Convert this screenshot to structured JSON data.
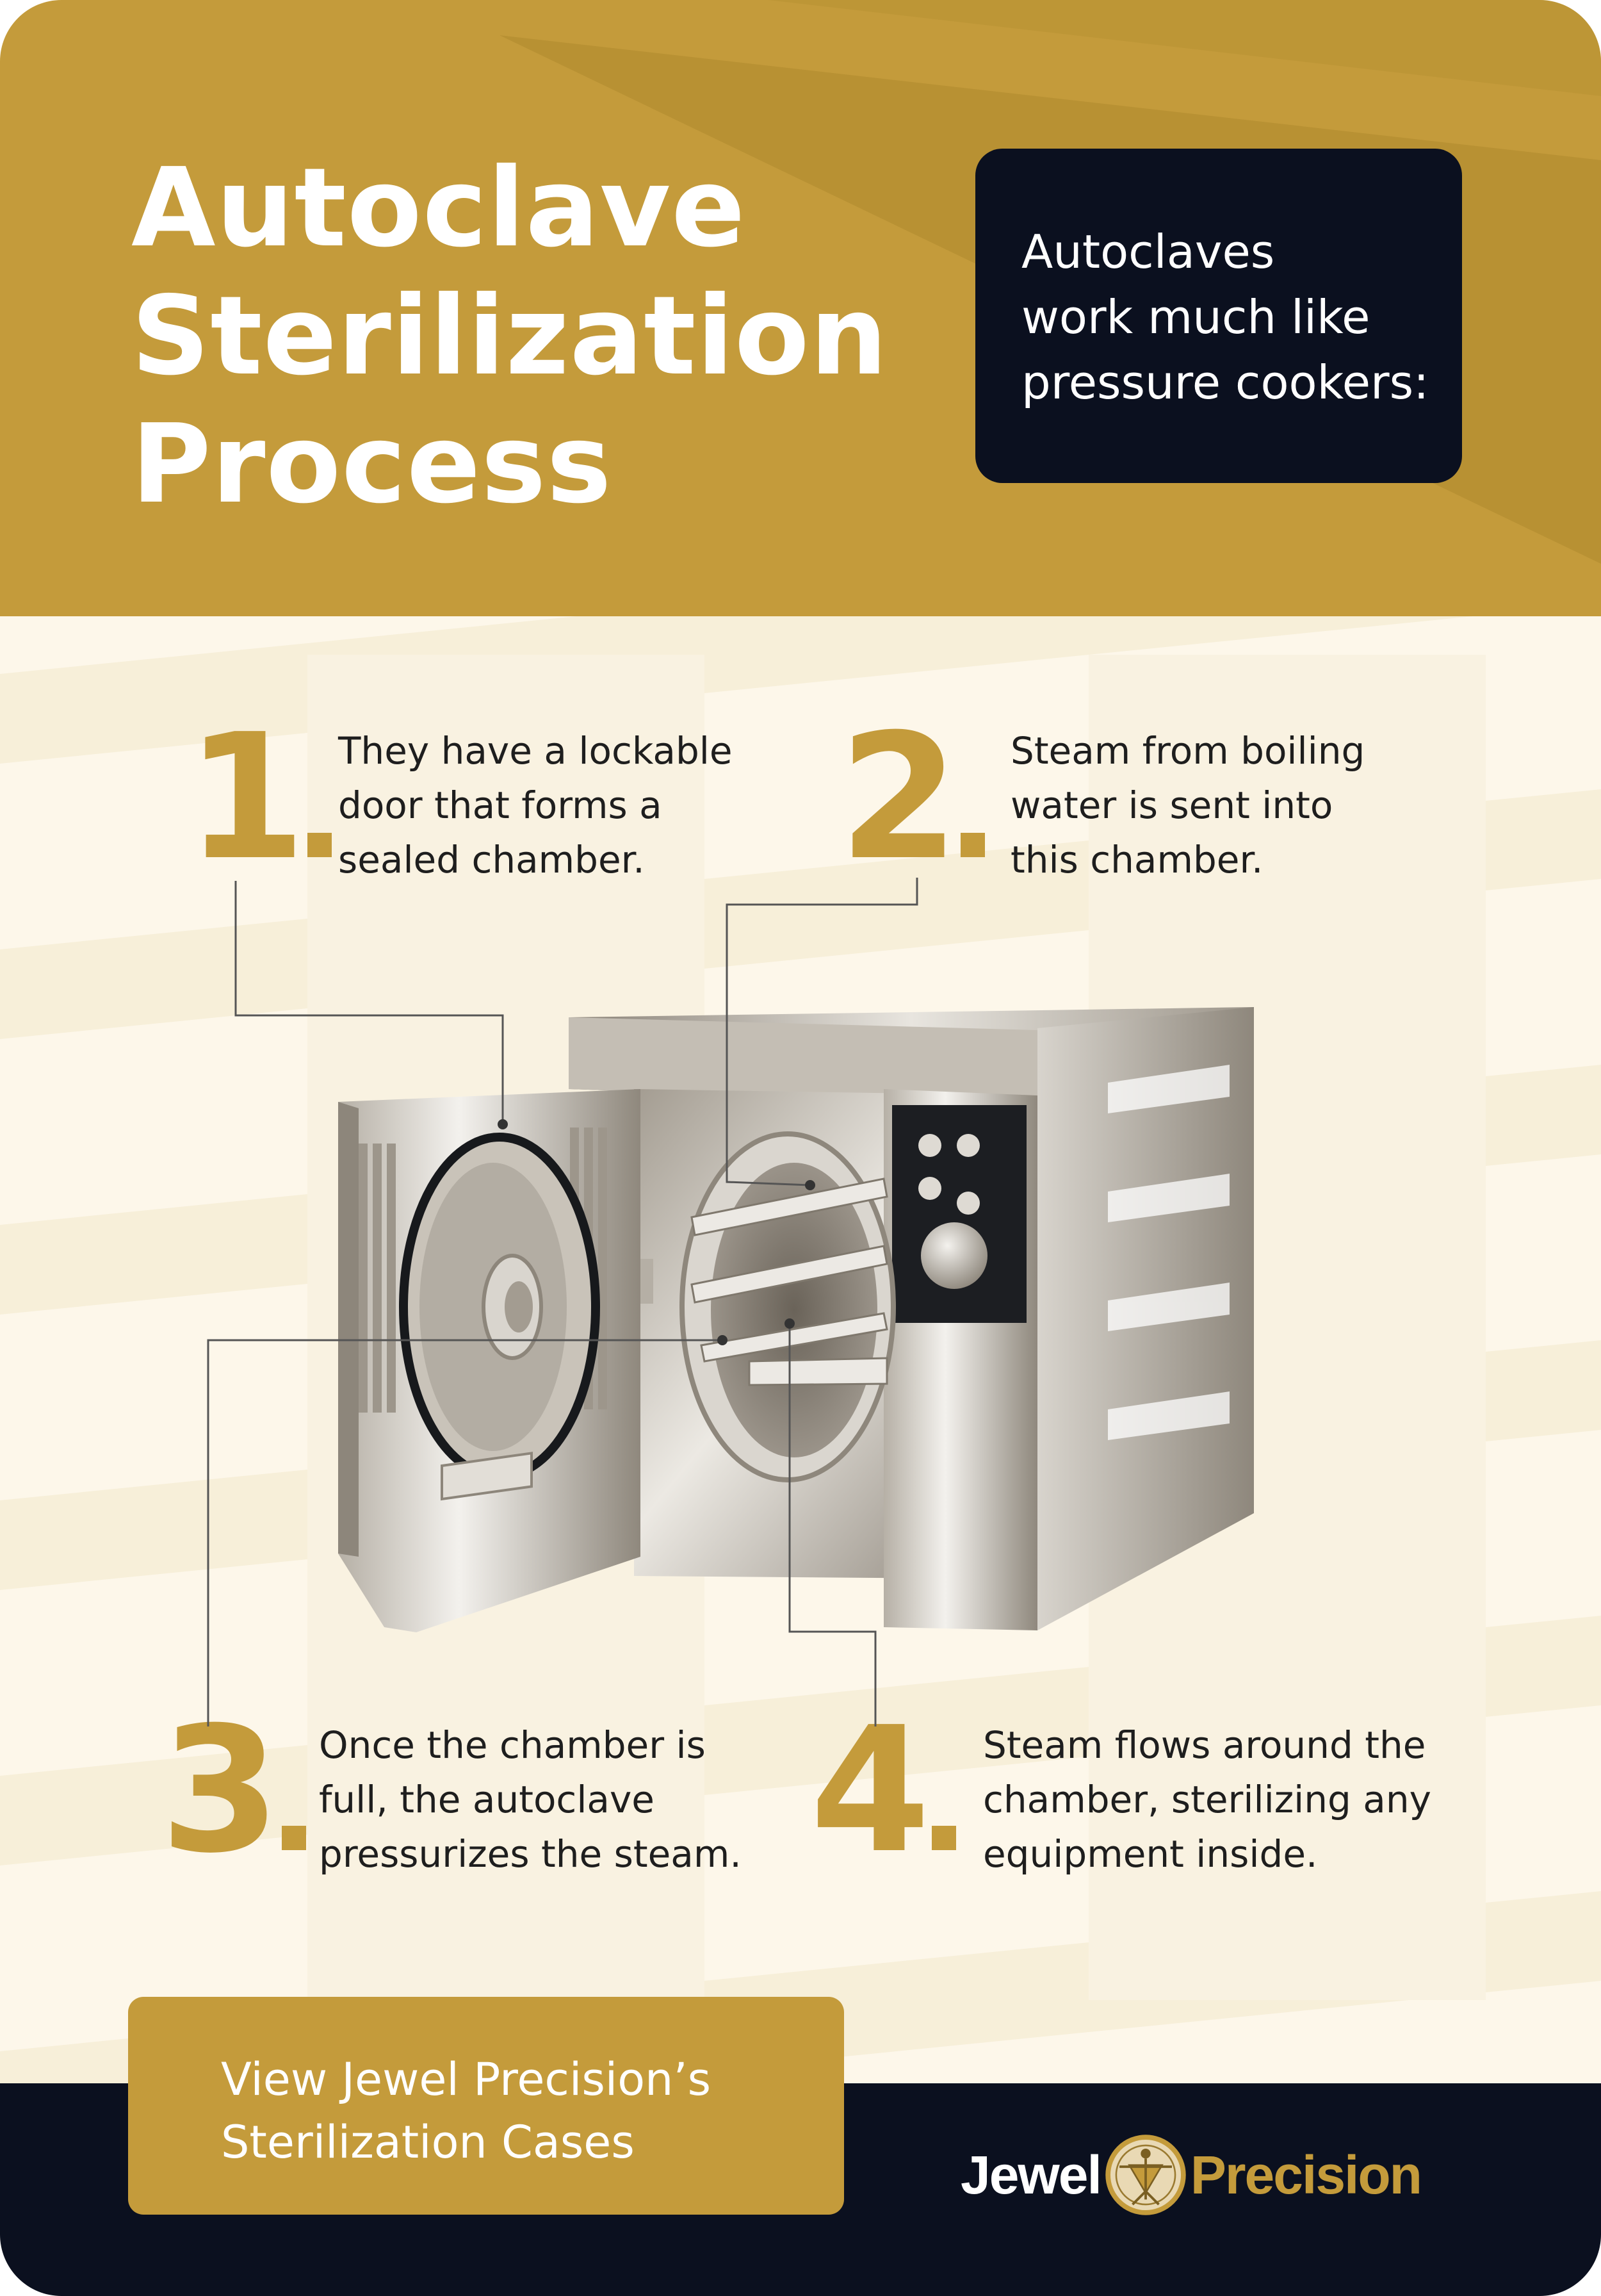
{
  "header": {
    "title_lines": [
      "Autoclave",
      "Sterilization",
      "Process"
    ],
    "intro_lines": [
      "Autoclaves",
      "work much like",
      "pressure cookers:"
    ]
  },
  "steps": [
    {
      "number": "1",
      "lines": [
        "They have a lockable",
        "door that forms a",
        "sealed chamber."
      ]
    },
    {
      "number": "2",
      "lines": [
        "Steam from boiling",
        "water is sent into",
        "this chamber."
      ]
    },
    {
      "number": "3",
      "lines": [
        "Once the chamber is",
        "full, the autoclave",
        "pressurizes the steam."
      ]
    },
    {
      "number": "4",
      "lines": [
        "Steam flows around the",
        "chamber, sterilizing any",
        "equipment inside."
      ]
    }
  ],
  "cta": {
    "lines": [
      "View Jewel Precision’s",
      "Sterilization Cases"
    ]
  },
  "logo": {
    "word1": "Jewel",
    "word2": "Precision"
  },
  "colors": {
    "gold": "#c49b3b",
    "navy": "#0b101f",
    "cream": "#fdf7ea",
    "steel": "#9c958c"
  },
  "icons": {
    "logo_emblem": "vitruvian-man-emblem-icon"
  }
}
